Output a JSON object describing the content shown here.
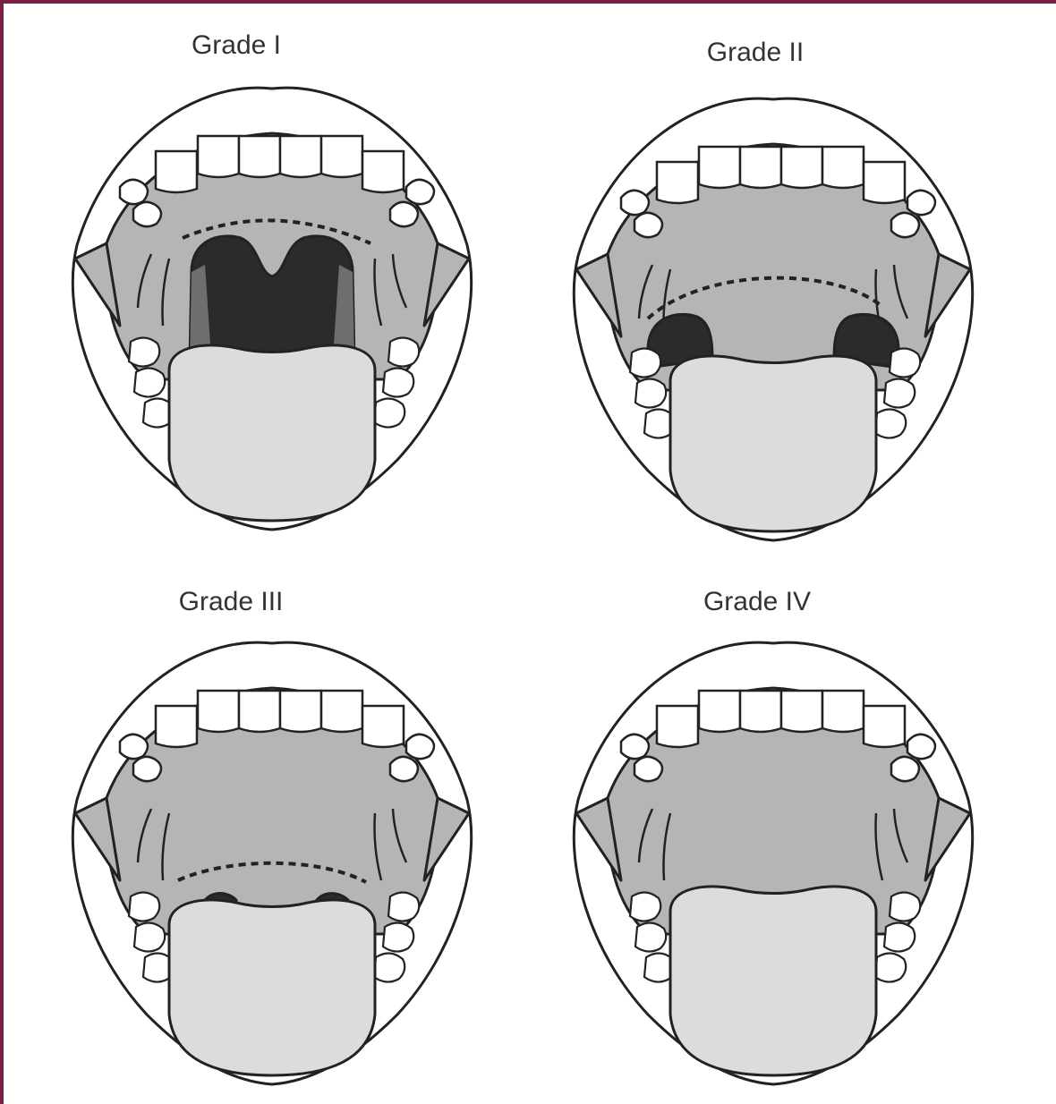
{
  "figure": {
    "panels": [
      {
        "label": "Grade I",
        "grade": 1
      },
      {
        "label": "Grade II",
        "grade": 2
      },
      {
        "label": "Grade III",
        "grade": 3
      },
      {
        "label": "Grade IV",
        "grade": 4
      }
    ],
    "colors": {
      "frame": "#7a1f45",
      "outline": "#222222",
      "palate": "#b5b5b5",
      "tongue": "#dcdcdc",
      "teeth": "#ffffff",
      "pharynx": "#2b2b2b",
      "pillar": "#6e6e6e"
    }
  }
}
